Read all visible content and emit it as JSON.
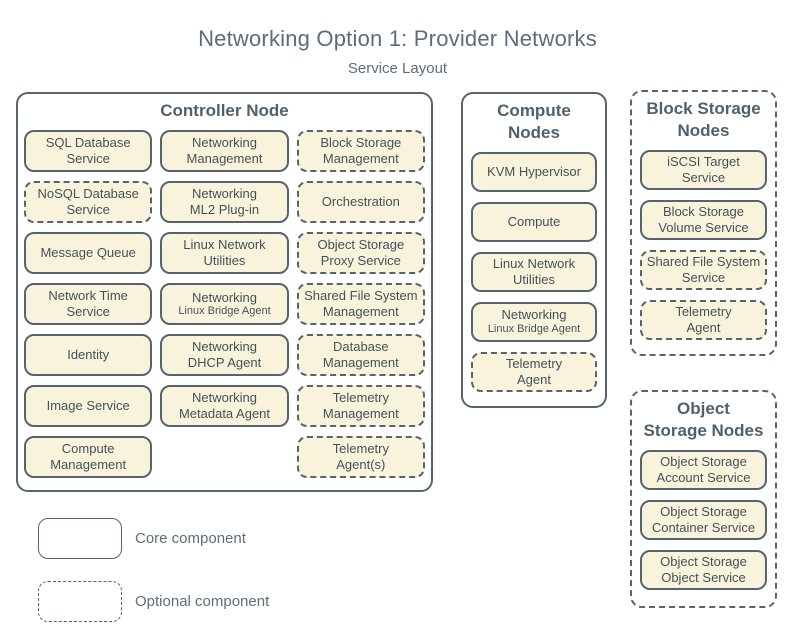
{
  "title": "Networking Option 1: Provider Networks",
  "subtitle": "Service Layout",
  "colors": {
    "background": "#ffffff",
    "heading_text": "#5b6d7c",
    "group_border": "#55646f",
    "group_title_text": "#4f606e",
    "box_fill": "#faf3dc",
    "box_border": "#55646f",
    "box_text": "#42515c",
    "legend_text": "#5e6e7a"
  },
  "groups": {
    "controller": {
      "title": "Controller Node",
      "border": "solid",
      "columns": [
        {
          "items": [
            {
              "label": "SQL Database\nService",
              "style": "core"
            },
            {
              "label": "NoSQL Database\nService",
              "style": "optional"
            },
            {
              "label": "Message Queue",
              "style": "core"
            },
            {
              "label": "Network Time\nService",
              "style": "core"
            },
            {
              "label": "Identity",
              "style": "core"
            },
            {
              "label": "Image Service",
              "style": "core"
            },
            {
              "label": "Compute\nManagement",
              "style": "core"
            }
          ]
        },
        {
          "items": [
            {
              "label": "Networking\nManagement",
              "style": "core"
            },
            {
              "label": "Networking\nML2 Plug-in",
              "style": "core"
            },
            {
              "label": "Linux Network\nUtilities",
              "style": "core"
            },
            {
              "label": "Networking",
              "sublabel": "Linux Bridge Agent",
              "style": "core"
            },
            {
              "label": "Networking\nDHCP Agent",
              "style": "core"
            },
            {
              "label": "Networking\nMetadata Agent",
              "style": "core"
            }
          ]
        },
        {
          "items": [
            {
              "label": "Block Storage\nManagement",
              "style": "optional"
            },
            {
              "label": "Orchestration",
              "style": "optional"
            },
            {
              "label": "Object Storage\nProxy Service",
              "style": "optional"
            },
            {
              "label": "Shared File System\nManagement",
              "style": "optional"
            },
            {
              "label": "Database\nManagement",
              "style": "optional"
            },
            {
              "label": "Telemetry\nManagement",
              "style": "optional"
            },
            {
              "label": "Telemetry\nAgent(s)",
              "style": "optional"
            }
          ]
        }
      ]
    },
    "compute": {
      "title": "Compute\nNodes",
      "border": "solid",
      "items": [
        {
          "label": "KVM Hypervisor",
          "style": "core"
        },
        {
          "label": "Compute",
          "style": "core"
        },
        {
          "label": "Linux Network\nUtilities",
          "style": "core"
        },
        {
          "label": "Networking",
          "sublabel": "Linux Bridge Agent",
          "style": "core"
        },
        {
          "label": "Telemetry\nAgent",
          "style": "optional"
        }
      ]
    },
    "block_storage": {
      "title": "Block Storage\nNodes",
      "border": "dashed",
      "items": [
        {
          "label": "iSCSI Target\nService",
          "style": "core"
        },
        {
          "label": "Block Storage\nVolume Service",
          "style": "core"
        },
        {
          "label": "Shared File System\nService",
          "style": "optional"
        },
        {
          "label": "Telemetry\nAgent",
          "style": "optional"
        }
      ]
    },
    "object_storage": {
      "title": "Object\nStorage Nodes",
      "border": "dashed",
      "items": [
        {
          "label": "Object Storage\nAccount Service",
          "style": "core"
        },
        {
          "label": "Object Storage\nContainer Service",
          "style": "core"
        },
        {
          "label": "Object Storage\nObject Service",
          "style": "core"
        }
      ]
    }
  },
  "legend": [
    {
      "style": "solid",
      "label": "Core component"
    },
    {
      "style": "dashed",
      "label": "Optional component"
    }
  ]
}
